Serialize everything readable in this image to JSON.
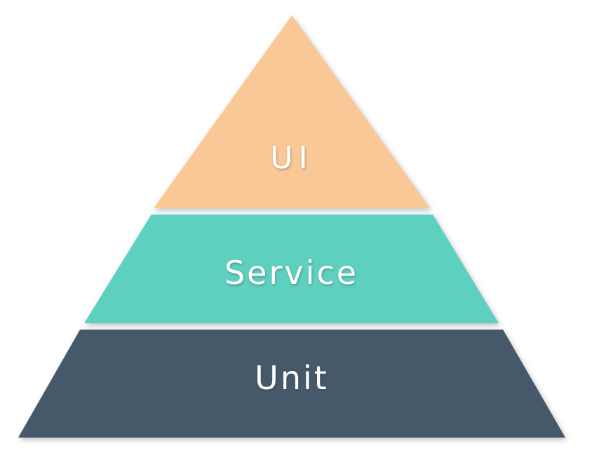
{
  "diagram": {
    "background_color": "#ffffff",
    "layers": [
      {
        "label": "UI",
        "color": "#f9c896"
      },
      {
        "label": "Service",
        "color": "#5ed0c0"
      },
      {
        "label": "Unit",
        "color": "#46596b"
      }
    ]
  }
}
